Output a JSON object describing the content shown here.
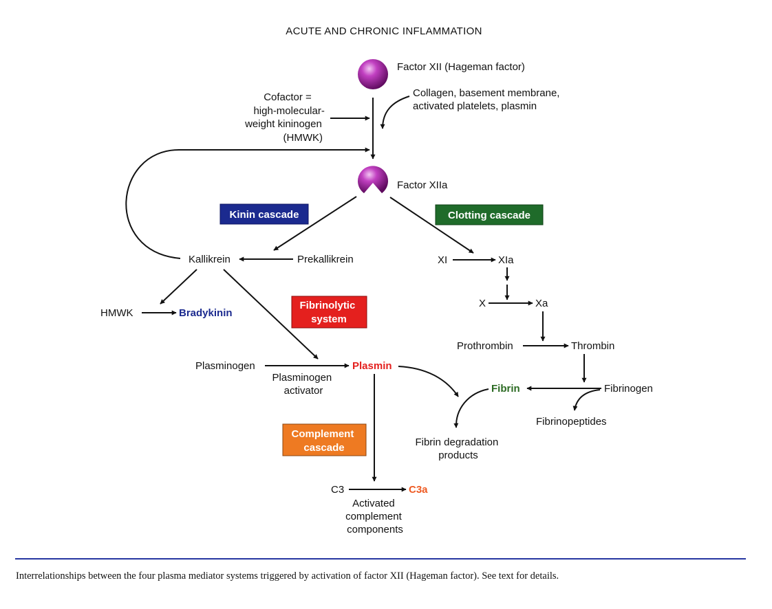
{
  "header": "ACUTE AND CHRONIC INFLAMMATION",
  "caption": "Interrelationships between the four plasma mediator systems triggered by activation of factor XII (Hageman factor). See text for details.",
  "colors": {
    "factor_sphere": "#9b1e9b",
    "kinin_box": "#1b2a8f",
    "clotting_box": "#1f6b2a",
    "fibrinolytic_box": "#e4201e",
    "complement_box": "#ee7a22",
    "bradykinin_text": "#1b2a8f",
    "plasmin_text": "#e4201e",
    "fibrin_text": "#2b6a22",
    "c3a_text": "#ee5a22",
    "rule": "#2536a0"
  },
  "icons": {
    "factor_xii": "sphere-icon",
    "factor_xiia": "notched-sphere-icon"
  },
  "nodes": {
    "factor_xii": "Factor XII (Hageman factor)",
    "cofactor": [
      "Cofactor =",
      "high-molecular-",
      "weight kininogen",
      "(HMWK)"
    ],
    "activators": [
      "Collagen, basement membrane,",
      "activated platelets, plasmin"
    ],
    "factor_xiia": "Factor XIIa",
    "kallikrein": "Kallikrein",
    "prekallikrein": "Prekallikrein",
    "hmwk": "HMWK",
    "bradykinin": "Bradykinin",
    "plasminogen": "Plasminogen",
    "plasminogen_activator": [
      "Plasminogen",
      "activator"
    ],
    "plasmin": "Plasmin",
    "c3": "C3",
    "c3a": "C3a",
    "activated_complement": [
      "Activated",
      "complement",
      "components"
    ],
    "xi": "XI",
    "xia": "XIa",
    "x": "X",
    "xa": "Xa",
    "prothrombin": "Prothrombin",
    "thrombin": "Thrombin",
    "fibrin": "Fibrin",
    "fibrinogen": "Fibrinogen",
    "fibrinopeptides": "Fibrinopeptides",
    "fibrin_degradation": [
      "Fibrin degradation",
      "products"
    ]
  },
  "boxes": {
    "kinin": "Kinin cascade",
    "clotting": "Clotting cascade",
    "fibrinolytic": [
      "Fibrinolytic",
      "system"
    ],
    "complement": [
      "Complement",
      "cascade"
    ]
  }
}
